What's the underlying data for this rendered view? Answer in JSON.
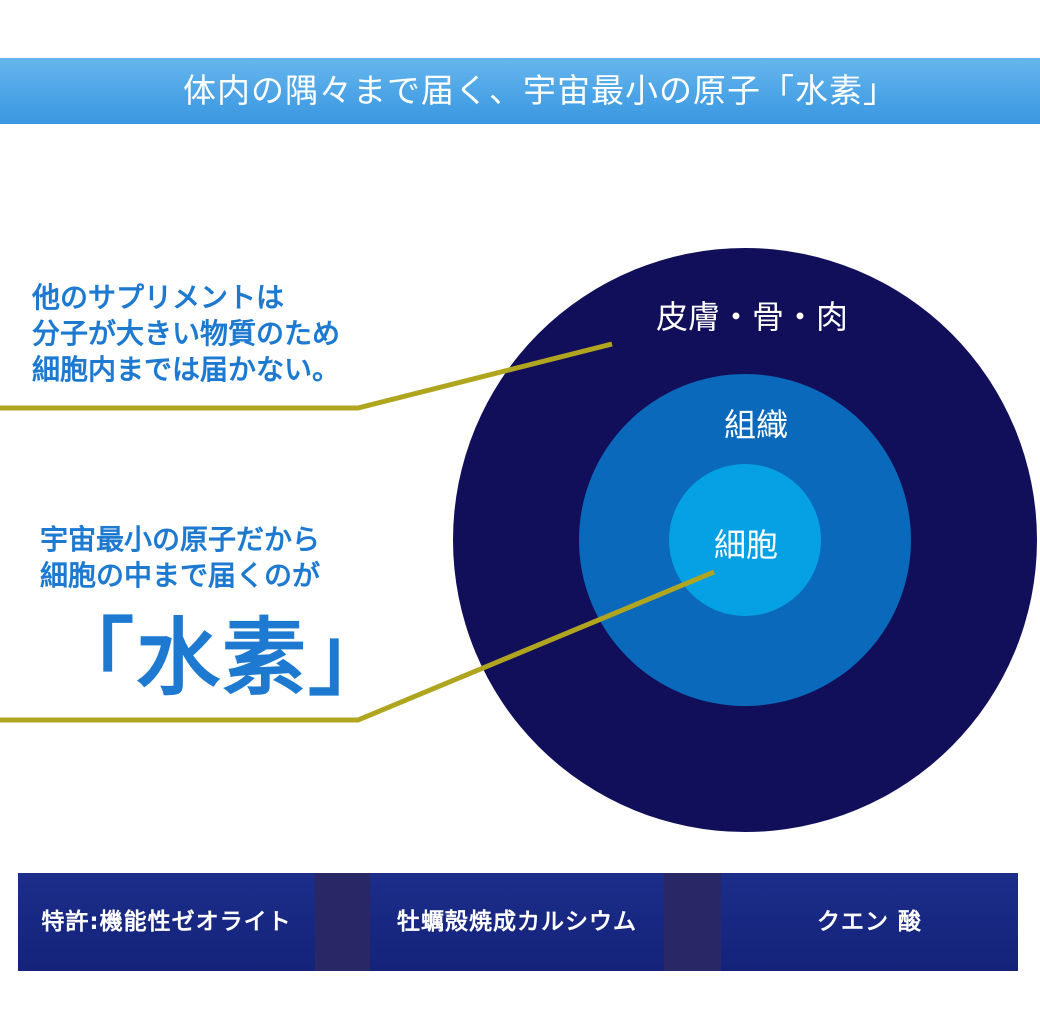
{
  "header": {
    "title": "体内の隅々まで届く、宇宙最小の原子「水素」"
  },
  "diagram": {
    "outer_label": "皮膚・骨・肉",
    "middle_label": "組織",
    "inner_label": "細胞",
    "colors": {
      "outer": "#120f5a",
      "middle": "#0a69bb",
      "inner": "#05a1e4",
      "leader_line": "#b0a51e",
      "note_text": "#1d7ad0"
    }
  },
  "notes": {
    "top": {
      "line1": "他のサプリメントは",
      "line2": "分子が大きい物質のため",
      "line3": "細胞内までは届かない。"
    },
    "bottom": {
      "line1": "宇宙最小の原子だから",
      "line2": "細胞の中まで届くのが",
      "emphasis": "「水素」"
    }
  },
  "ingredients": [
    {
      "label": "特許:機能性ゼオライト"
    },
    {
      "label": "牡蠣殻焼成カルシウム"
    },
    {
      "label": "クエン 酸"
    }
  ]
}
